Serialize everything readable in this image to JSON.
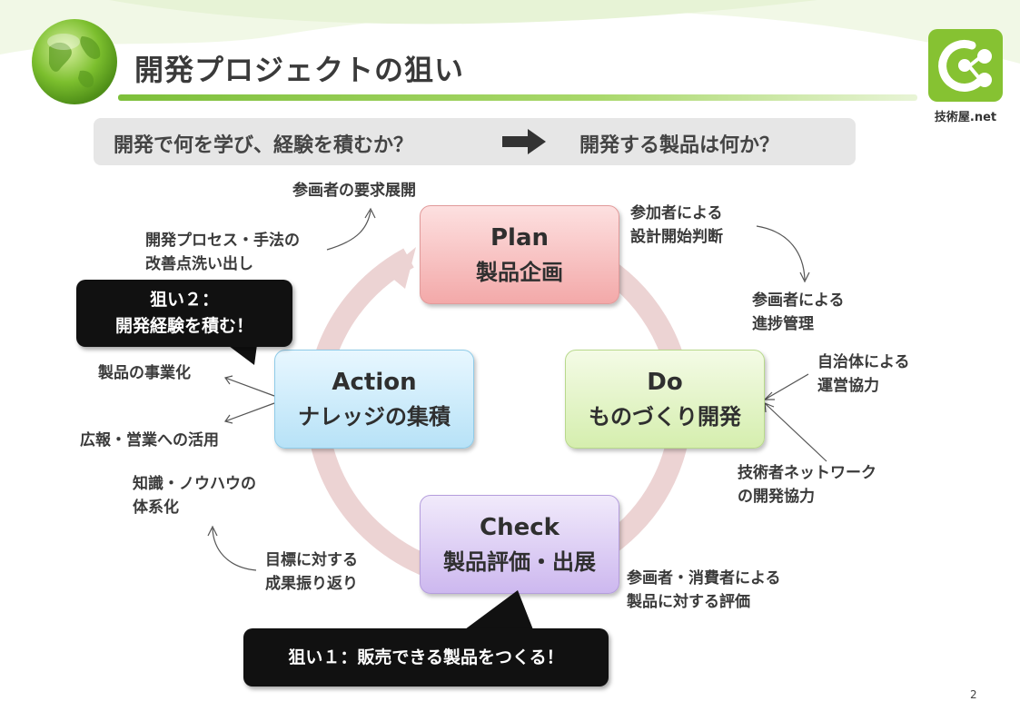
{
  "title": "開発プロジェクトの狙い",
  "logo": {
    "text": "技術屋.net"
  },
  "question": {
    "left": "開発で何を学び、経験を積むか？",
    "right": "開発する製品は何か？"
  },
  "cycle": {
    "plan": {
      "name": "Plan",
      "label": "製品企画"
    },
    "do": {
      "name": "Do",
      "label": "ものづくり開発"
    },
    "check": {
      "name": "Check",
      "label": "製品評価・出展"
    },
    "action": {
      "name": "Action",
      "label": "ナレッジの集積"
    }
  },
  "notes": {
    "top": "参画者の要求展開",
    "process_1": "開発プロセス・手法の",
    "process_2": "改善点洗い出し",
    "plan_right_1": "参加者による",
    "plan_right_2": "設計開始判断",
    "progress_1": "参画者による",
    "progress_2": "進捗管理",
    "municipal_1": "自治体による",
    "municipal_2": "運営協力",
    "network_1": "技術者ネットワーク",
    "network_2": "の開発協力",
    "productize": "製品の事業化",
    "pr": "広報・営業への活用",
    "knowledge_1": "知識・ノウハウの",
    "knowledge_2": "体系化",
    "review_1": "目標に対する",
    "review_2": "成果振り返り",
    "eval_1": "参画者・消費者による",
    "eval_2": "製品に対する評価"
  },
  "callouts": {
    "aim2_line1": "狙い２：",
    "aim2_line2": "開発経験を積む！",
    "aim1": "狙い１：販売できる製品をつくる！"
  },
  "page_number": "2",
  "colors": {
    "accent_green": "#7dbf3a",
    "plan": "#f3a9a9",
    "do": "#d5eeae",
    "action": "#b7e2f7",
    "check": "#cdb8ef",
    "cycle_ring": "#e8c9c9"
  }
}
